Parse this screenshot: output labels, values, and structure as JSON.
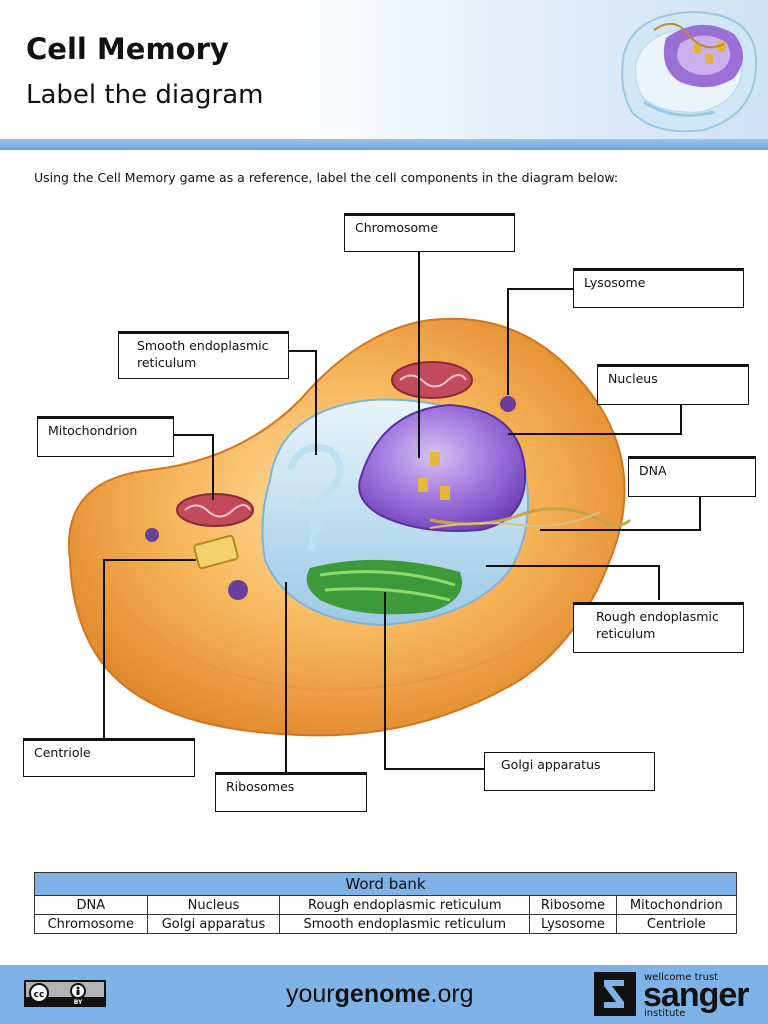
{
  "header": {
    "title": "Cell Memory",
    "subtitle": "Label the diagram"
  },
  "instructions": "Using the Cell Memory game as a reference, label the cell components in the diagram below:",
  "labels": {
    "chromosome": "Chromosome",
    "lysosome": "Lysosome",
    "smooth_er": "Smooth endoplasmic reticulum",
    "nucleus": "Nucleus",
    "mitochondrion": "Mitochondrion",
    "dna": "DNA",
    "rough_er": "Rough endoplasmic reticulum",
    "centriole": "Centriole",
    "ribosomes": "Ribosomes",
    "golgi": "Golgi apparatus"
  },
  "word_bank": {
    "title": "Word bank",
    "rows": [
      [
        "DNA",
        "Nucleus",
        "Rough endoplasmic reticulum",
        "Ribosome",
        "Mitochondrion"
      ],
      [
        "Chromosome",
        "Golgi apparatus",
        "Smooth endoplasmic reticulum",
        "Lysosome",
        "Centriole"
      ]
    ]
  },
  "footer": {
    "site_prefix": "your",
    "site_bold": "genome",
    "site_suffix": ".org",
    "cc_text": "cc",
    "cc_by": "BY",
    "sanger_top": "wellcome trust",
    "sanger_name": "sanger",
    "sanger_bottom": "institute"
  },
  "colors": {
    "header_stripe": "#6fa3d9",
    "footer_bg": "#7fb2e6",
    "cytoplasm": "#f0a040",
    "nucleus": "#9b6fd6"
  }
}
